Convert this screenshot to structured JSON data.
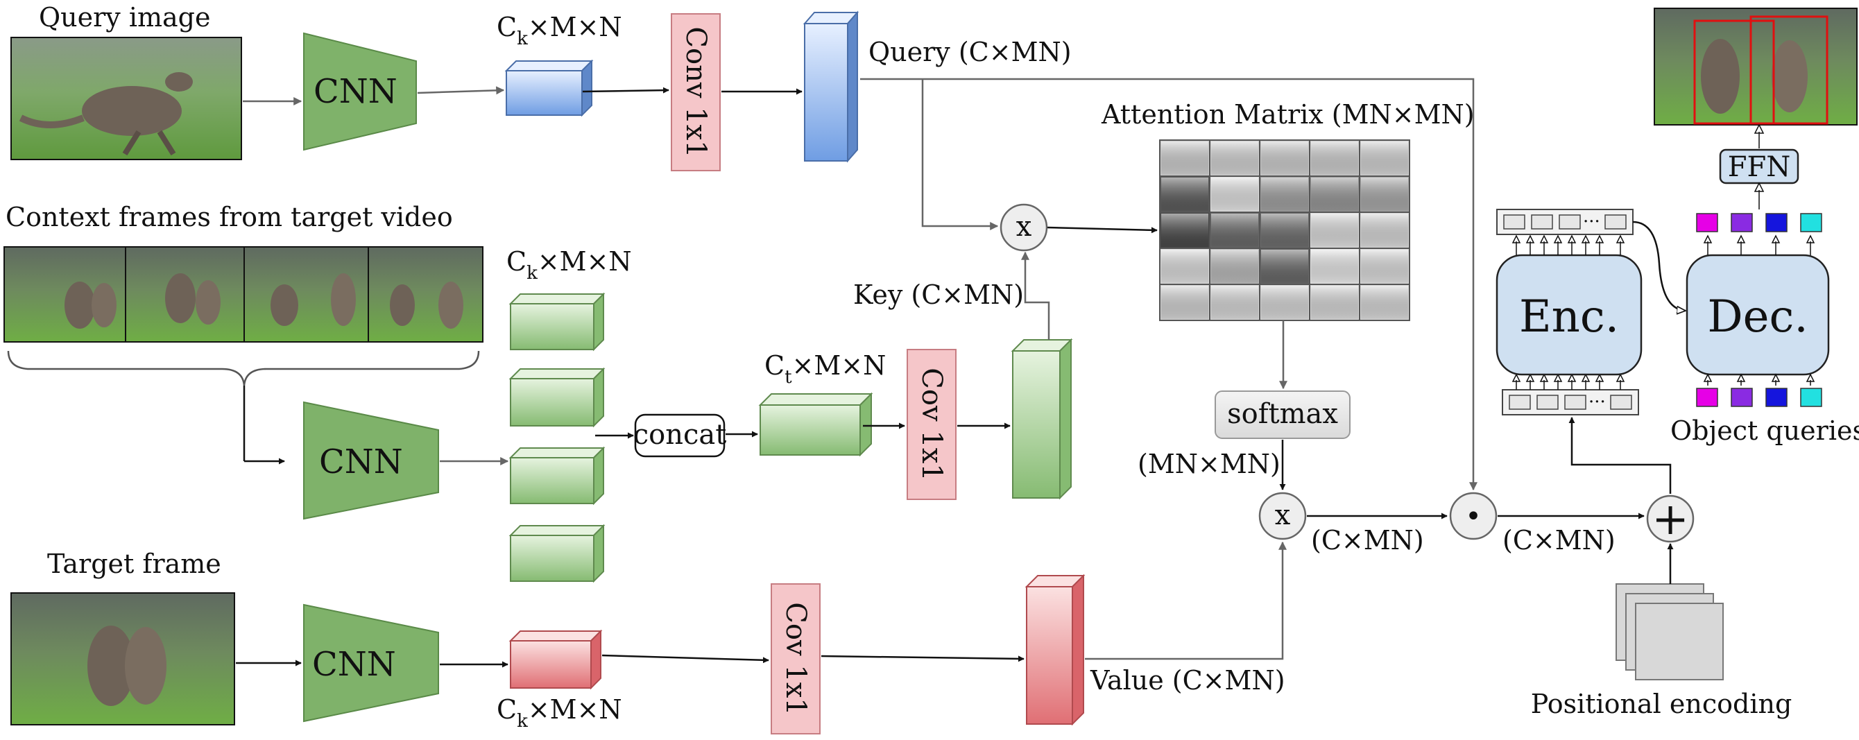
{
  "labels": {
    "query_image": "Query image",
    "context_frames": "Context frames from target video",
    "target_frame": "Target frame",
    "cnn": "CNN",
    "ck_main": "C",
    "ck_sub": "k",
    "ct_sub": "t",
    "dims_suffix": "×M×N",
    "conv_query": "Conv 1x1",
    "cov": "Cov 1x1",
    "query": "Query (C×MN)",
    "key": "Key (C×MN)",
    "value": "Value (C×MN)",
    "attention": "Attention Matrix (MN×MN)",
    "concat": "concat",
    "softmax": "softmax",
    "mnmn": "(MN×MN)",
    "cmn": "(C×MN)",
    "times": "x",
    "odot": "•",
    "plus": "+",
    "enc": "Enc.",
    "dec": "Dec.",
    "ffn": "FFN",
    "object_queries": "Object queries",
    "positional_encoding": "Positional encoding",
    "dots": "···"
  },
  "attention_matrix": [
    [
      0.8,
      0.82,
      0.8,
      0.8,
      0.82
    ],
    [
      0.35,
      0.88,
      0.62,
      0.58,
      0.65
    ],
    [
      0.28,
      0.4,
      0.42,
      0.86,
      0.84
    ],
    [
      0.86,
      0.72,
      0.4,
      0.9,
      0.86
    ],
    [
      0.82,
      0.84,
      0.84,
      0.84,
      0.84
    ]
  ],
  "colors": {
    "cnn": "#7fb26a",
    "cube_blue": "#7ea6e6",
    "cube_green": "#a9cf9b",
    "cube_red": "#e68a8a",
    "conv": "#f5c6c9",
    "enc_dec": "#cfe0f1",
    "query_colors": [
      "#e600e6",
      "#8a2be2",
      "#1515dd",
      "#22e0e0"
    ]
  }
}
